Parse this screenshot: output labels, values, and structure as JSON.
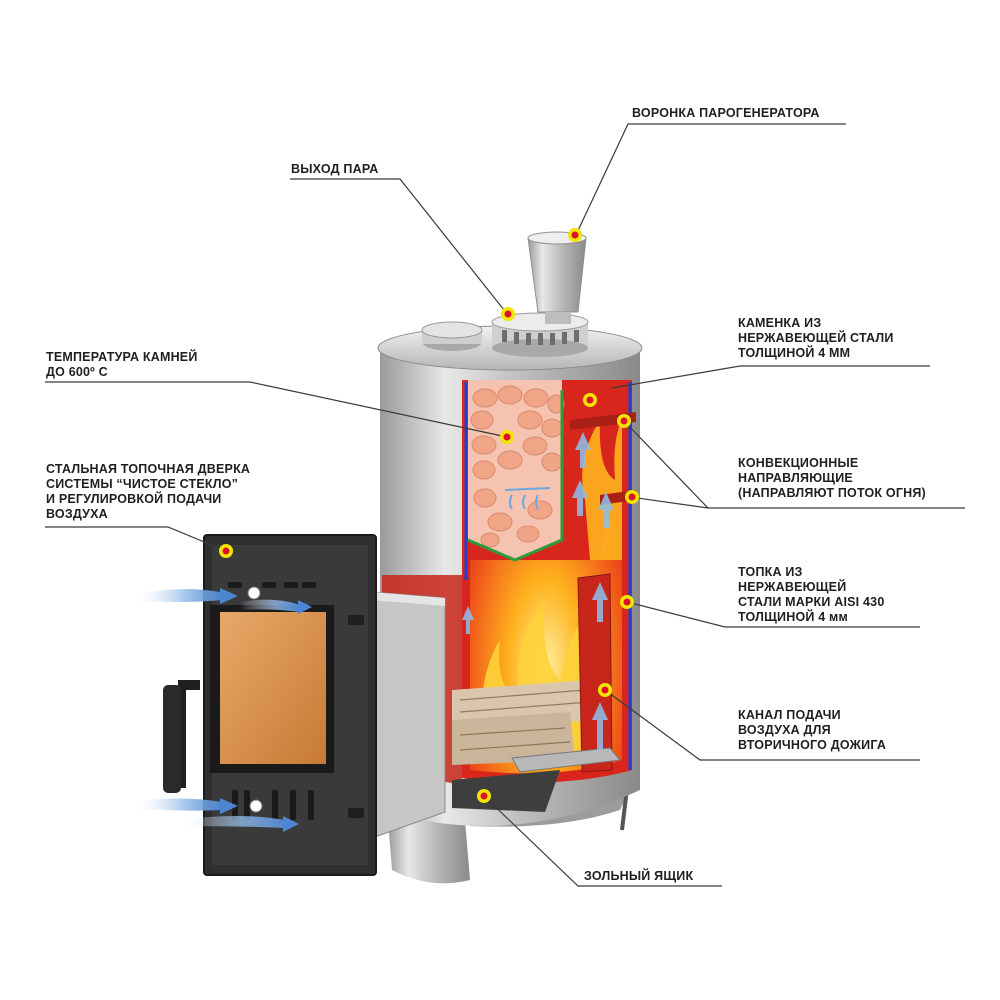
{
  "labels": {
    "funnel": "ВОРОНКА ПАРОГЕНЕРАТОРА",
    "steam_outlet": "ВЫХОД ПАРА",
    "stone_box": "КАМЕНКА ИЗ\nНЕРЖАВЕЮЩЕЙ СТАЛИ\nТОЛЩИНОЙ 4 ММ",
    "stone_temp": "ТЕМПЕРАТУРА КАМНЕЙ\nДО 600º С",
    "convection": "КОНВЕКЦИОННЫЕ\nНАПРАВЛЯЮЩИЕ\n(НАПРАВЛЯЮТ ПОТОК ОГНЯ)",
    "door": "СТАЛЬНАЯ ТОПОЧНАЯ ДВЕРКА\nСИСТЕМЫ “ЧИСТОЕ СТЕКЛО”\nИ РЕГУЛИРОВКОЙ ПОДАЧИ\nВОЗДУХА",
    "firebox": "ТОПКА ИЗ\nНЕРЖАВЕЮЩЕЙ\nСТАЛИ МАРКИ AISI 430\nТОЛЩИНОЙ 4 мм",
    "air_channel": "КАНАЛ ПОДАЧИ\nВОЗДУХА ДЛЯ\nВТОРИЧНОГО ДОЖИГА",
    "ash_box": "ЗОЛЬНЫЙ ЯЩИК"
  },
  "colors": {
    "marker_fill": "#f2e600",
    "marker_center": "#e0102a",
    "stove_red": "#d8261c",
    "steel": "#c9c9c9",
    "door_dark": "#2b2b2b",
    "glass": "#d9904a",
    "liner_blue": "#1f3fd0",
    "grid_green": "#2e9a3a",
    "stones": "#f0a587"
  }
}
